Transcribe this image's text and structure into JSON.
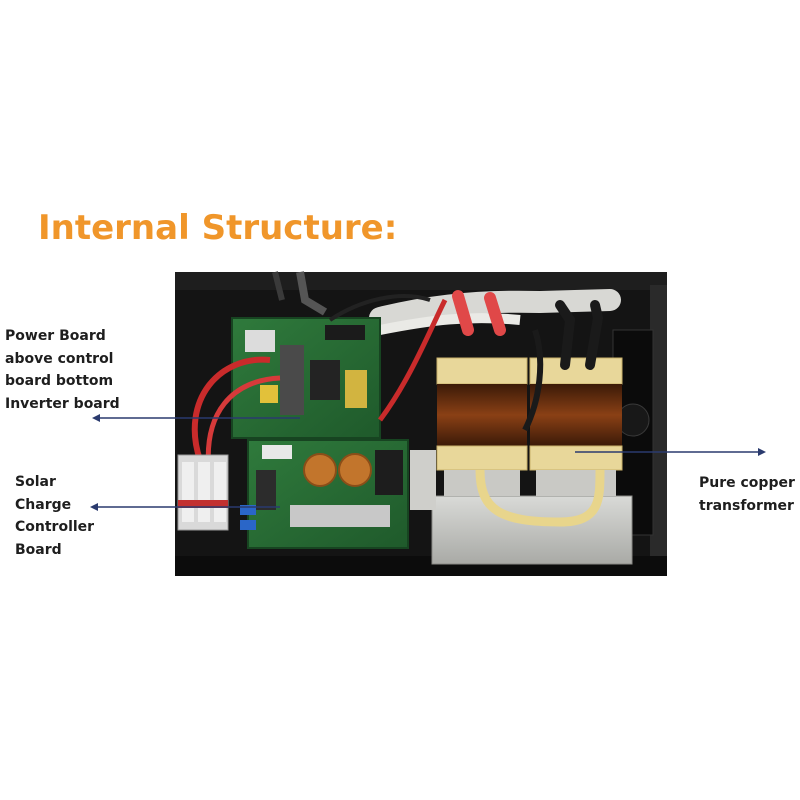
{
  "slide": {
    "title": "Internal Structure:",
    "accent_color": "#f0962a",
    "label_color": "#1e1e1e"
  },
  "callouts": [
    {
      "id": "power-board",
      "lines": [
        "Power Board",
        "above control",
        "board bottom",
        "Inverter board"
      ]
    },
    {
      "id": "solar-charge-controller",
      "lines": [
        "Solar",
        "Charge",
        "Controller",
        "Board"
      ]
    },
    {
      "id": "transformer",
      "lines": [
        "Pure copper",
        "transformer"
      ]
    }
  ]
}
